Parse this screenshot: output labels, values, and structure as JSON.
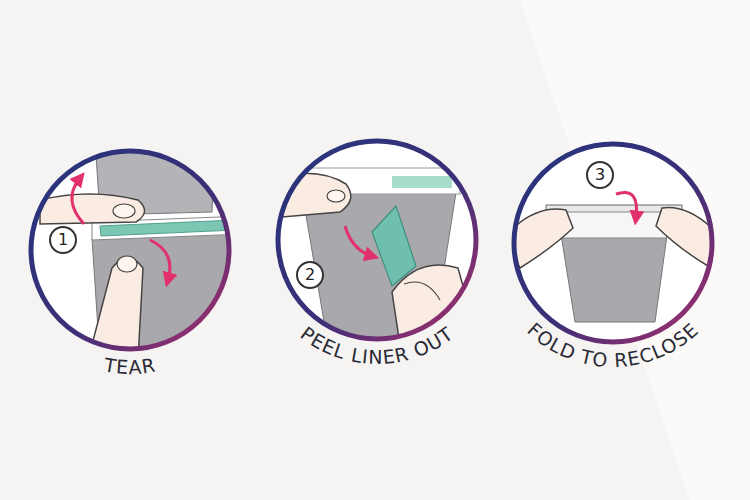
{
  "diagram": {
    "nodes": [
      {
        "text": [
          "TEAR"
        ]
      },
      {
        "text": [
          "1"
        ],
        "in": 0
      },
      {
        "text": [
          "PEEL LINER OUT"
        ]
      },
      {
        "text": [
          "2"
        ],
        "in": 2
      },
      {
        "text": [
          "FOLD TO RECLOSE"
        ]
      },
      {
        "text": [
          "3"
        ],
        "in": 4
      }
    ]
  }
}
